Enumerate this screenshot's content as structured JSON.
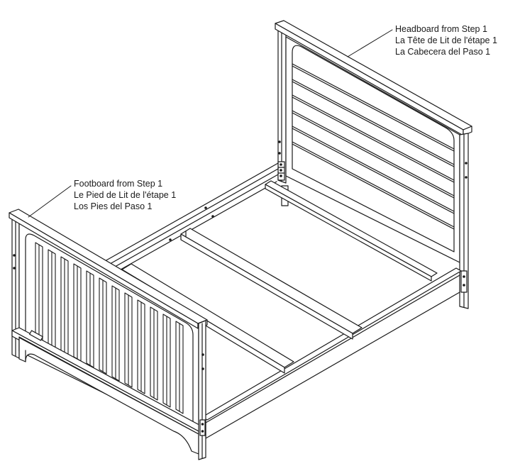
{
  "callouts": {
    "headboard": {
      "line_en": "Headboard from Step 1",
      "line_fr": "La Tête de Lit de l'étape 1",
      "line_es": "La Cabecera del Paso 1"
    },
    "footboard": {
      "line_en": "Footboard from Step 1",
      "line_fr": "Le Pied de Lit de l'étape 1",
      "line_es": "Los Pies del Paso 1"
    }
  },
  "colors": {
    "line": "#1a1a1a",
    "fill": "#ffffff"
  }
}
